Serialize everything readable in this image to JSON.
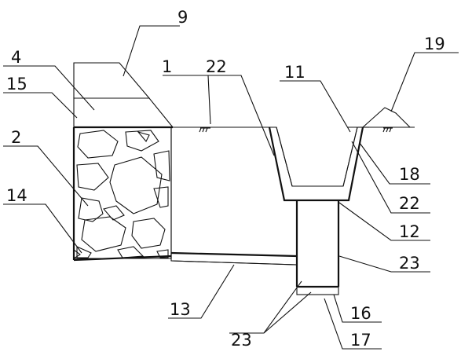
{
  "labels": {
    "l9": "9",
    "l4": "4",
    "l15": "15",
    "l1": "1",
    "l22a": "22",
    "l11": "11",
    "l19": "19",
    "l2": "2",
    "l18": "18",
    "l22b": "22",
    "l14": "14",
    "l12": "12",
    "l23a": "23",
    "l13": "13",
    "l16": "16",
    "l23b": "23",
    "l17": "17"
  }
}
